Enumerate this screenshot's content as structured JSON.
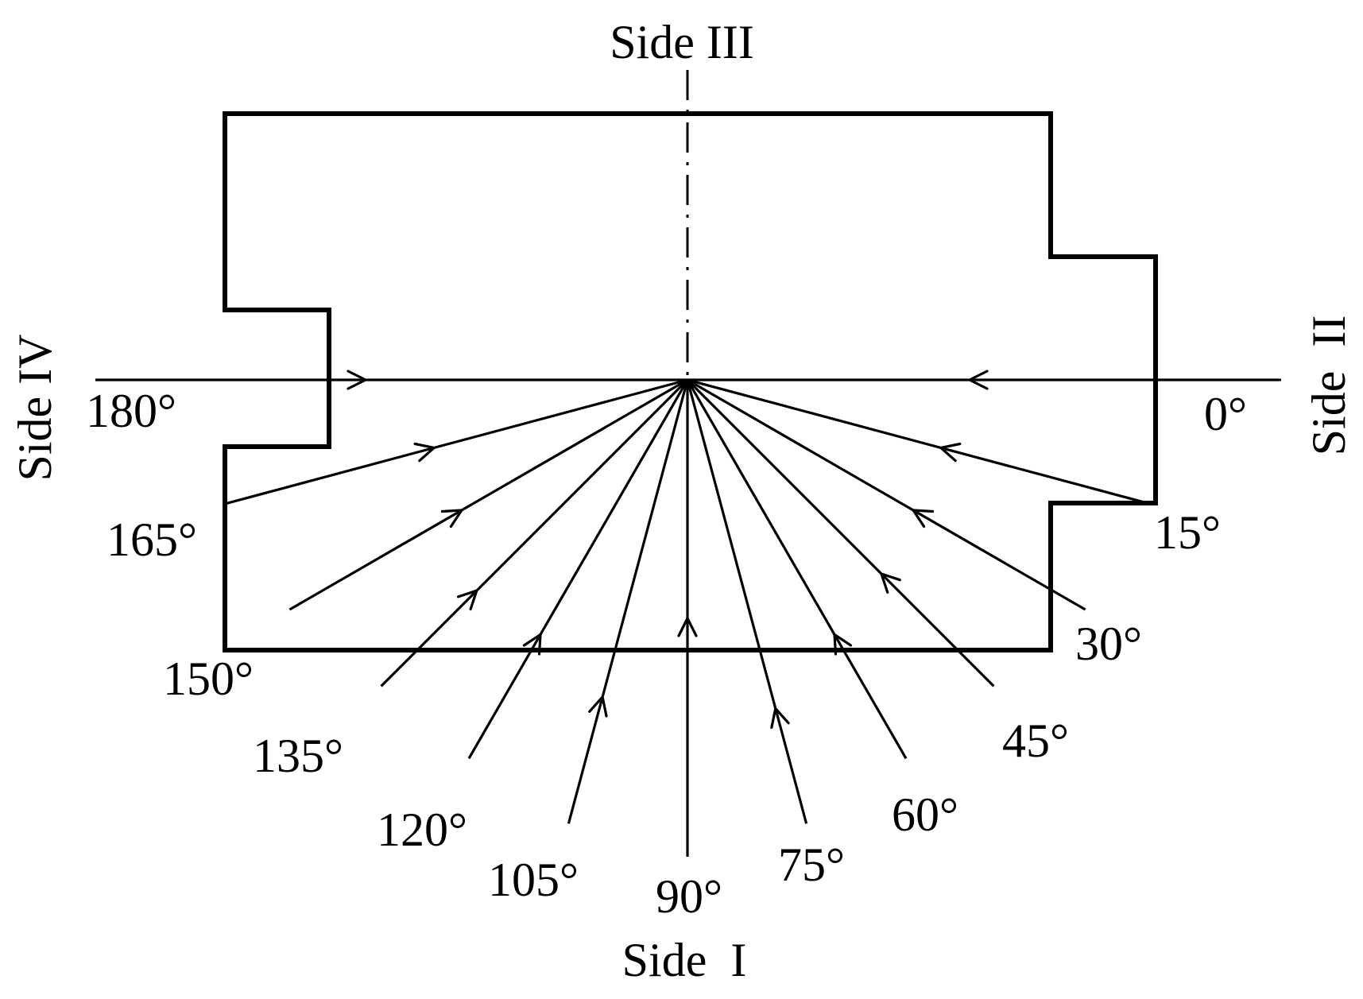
{
  "sides": {
    "top": "Side III",
    "bottom": "Side  I",
    "left": "Side IV",
    "right": "Side  II"
  },
  "directions": [
    {
      "label": "0°",
      "angle_deg": 0
    },
    {
      "label": "15°",
      "angle_deg": 15
    },
    {
      "label": "30°",
      "angle_deg": 30
    },
    {
      "label": "45°",
      "angle_deg": 45
    },
    {
      "label": "60°",
      "angle_deg": 60
    },
    {
      "label": "75°",
      "angle_deg": 75
    },
    {
      "label": "90°",
      "angle_deg": 90
    },
    {
      "label": "105°",
      "angle_deg": 105
    },
    {
      "label": "120°",
      "angle_deg": 120
    },
    {
      "label": "135°",
      "angle_deg": 135
    },
    {
      "label": "150°",
      "angle_deg": 150
    },
    {
      "label": "165°",
      "angle_deg": 165
    },
    {
      "label": "180°",
      "angle_deg": 180
    }
  ]
}
